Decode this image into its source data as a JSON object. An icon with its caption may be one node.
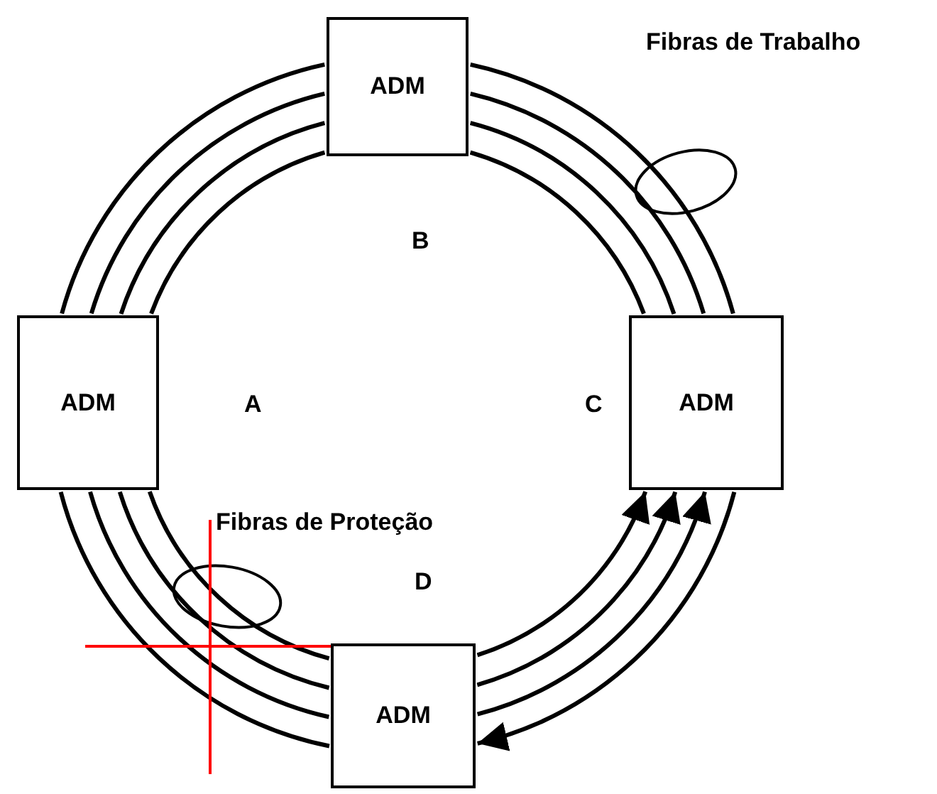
{
  "diagram": {
    "nodes": [
      {
        "text": [
          "ADM"
        ]
      },
      {
        "text": [
          "ADM"
        ]
      },
      {
        "text": [
          "ADM"
        ]
      },
      {
        "text": [
          "ADM"
        ]
      }
    ],
    "edges": [
      {
        "from": 0,
        "to": 1,
        "arrow": "none"
      },
      {
        "from": 0,
        "to": 1,
        "arrow": "none"
      },
      {
        "from": 0,
        "to": 1,
        "arrow": "none"
      },
      {
        "from": 0,
        "to": 1,
        "arrow": "none"
      },
      {
        "from": 0,
        "to": 2,
        "arrow": "none"
      },
      {
        "from": 0,
        "to": 2,
        "arrow": "none"
      },
      {
        "from": 0,
        "to": 2,
        "arrow": "none"
      },
      {
        "from": 0,
        "to": 2,
        "arrow": "none"
      },
      {
        "from": 1,
        "to": 3,
        "arrow": "none"
      },
      {
        "from": 1,
        "to": 3,
        "arrow": "none"
      },
      {
        "from": 1,
        "to": 3,
        "arrow": "none"
      },
      {
        "from": 1,
        "to": 3,
        "arrow": "none"
      },
      {
        "from": 3,
        "to": 2,
        "arrow": "to"
      },
      {
        "from": 3,
        "to": 2,
        "arrow": "to"
      },
      {
        "from": 3,
        "to": 2,
        "arrow": "to"
      },
      {
        "from": 2,
        "to": 3,
        "arrow": "to"
      }
    ],
    "labels": [
      "Fibras de Trabalho",
      "B",
      "A",
      "C",
      "Fibras de Proteção",
      "D"
    ]
  }
}
